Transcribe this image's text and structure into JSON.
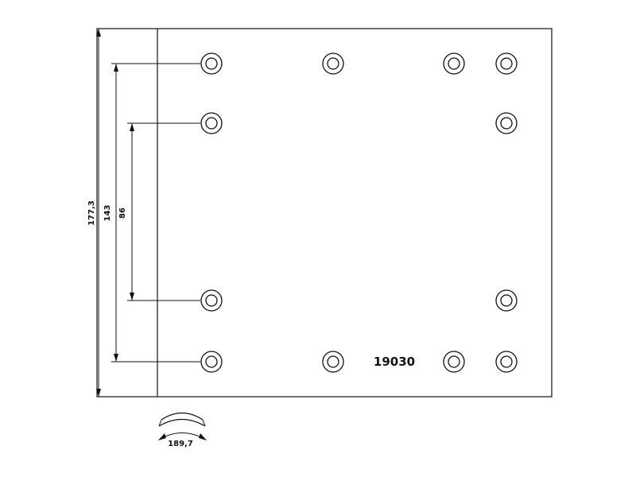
{
  "part_number": "19030",
  "dimensions": {
    "overall_height": "177,3",
    "outer_rivet_spacing": "143",
    "inner_rivet_spacing": "86",
    "arc_length": "189,7"
  },
  "colors": {
    "line": "#111111",
    "background": "#ffffff"
  }
}
